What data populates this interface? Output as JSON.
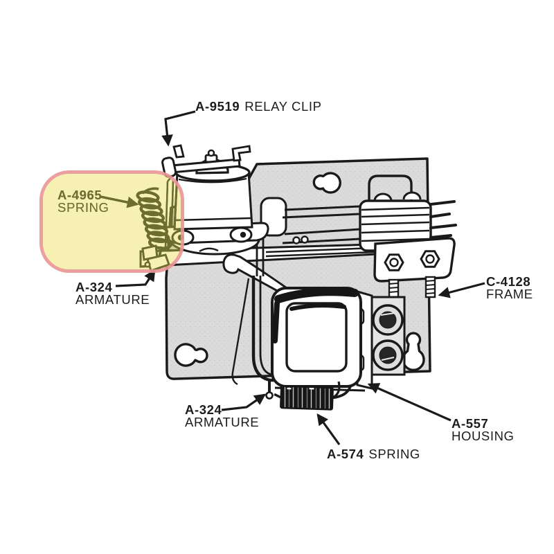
{
  "diagram": {
    "type": "relay parts exploded callout drawing",
    "colors": {
      "background": "#ffffff",
      "line": "#1a1a1a",
      "plate_fill": "#dbdbdb",
      "highlight_fill": "#f6f1b2",
      "highlight_border": "#ec9797",
      "highlight_line_tint": "#6d6d2d"
    },
    "labels": {
      "relay_clip": {
        "part": "A-9519",
        "name": "RELAY CLIP"
      },
      "spring_upper": {
        "part": "A-4965",
        "name": "SPRING"
      },
      "armature_upper": {
        "part": "A-324",
        "name": "ARMATURE"
      },
      "frame": {
        "part": "C-4128",
        "name": "FRAME"
      },
      "armature_lower": {
        "part": "A-324",
        "name": "ARMATURE"
      },
      "housing": {
        "part": "A-557",
        "name": "HOUSING"
      },
      "spring_lower": {
        "part": "A-574",
        "name": "SPRING"
      }
    }
  }
}
